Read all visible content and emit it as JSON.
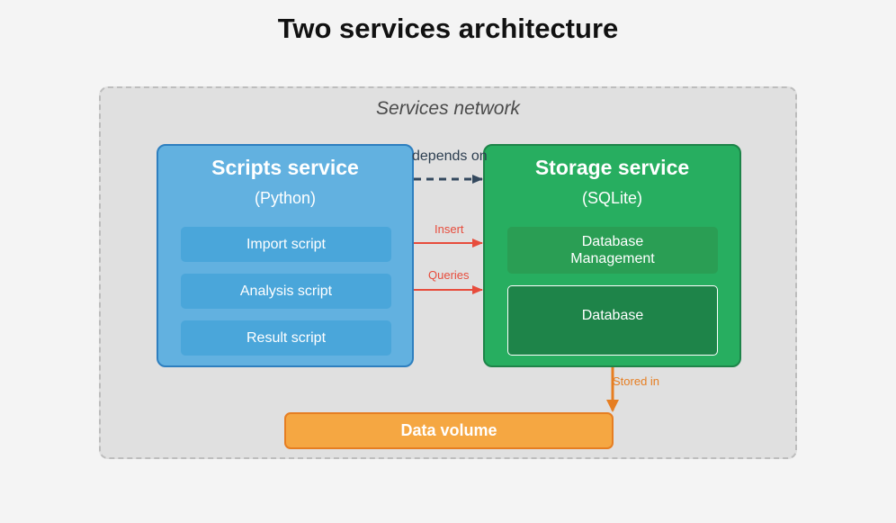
{
  "title": "Two services architecture",
  "network": {
    "label": "Services network"
  },
  "scripts_service": {
    "title": "Scripts service",
    "subtitle": "(Python)",
    "scripts": [
      "Import script",
      "Analysis script",
      "Result script"
    ]
  },
  "storage_service": {
    "title": "Storage service",
    "subtitle": "(SQLite)",
    "management_line1": "Database",
    "management_line2": "Management",
    "database": "Database"
  },
  "volume": {
    "label": "Data volume"
  },
  "edges": {
    "depends_on": "depends on",
    "insert": "Insert",
    "queries": "Queries",
    "stored_in": "Stored in"
  },
  "colors": {
    "scripts_fill": "#62b1e0",
    "storage_fill": "#27ae60",
    "volume_fill": "#f5a742",
    "depends_arrow": "#34495e",
    "data_arrow": "#e74c3c",
    "stored_arrow": "#e67e22"
  }
}
